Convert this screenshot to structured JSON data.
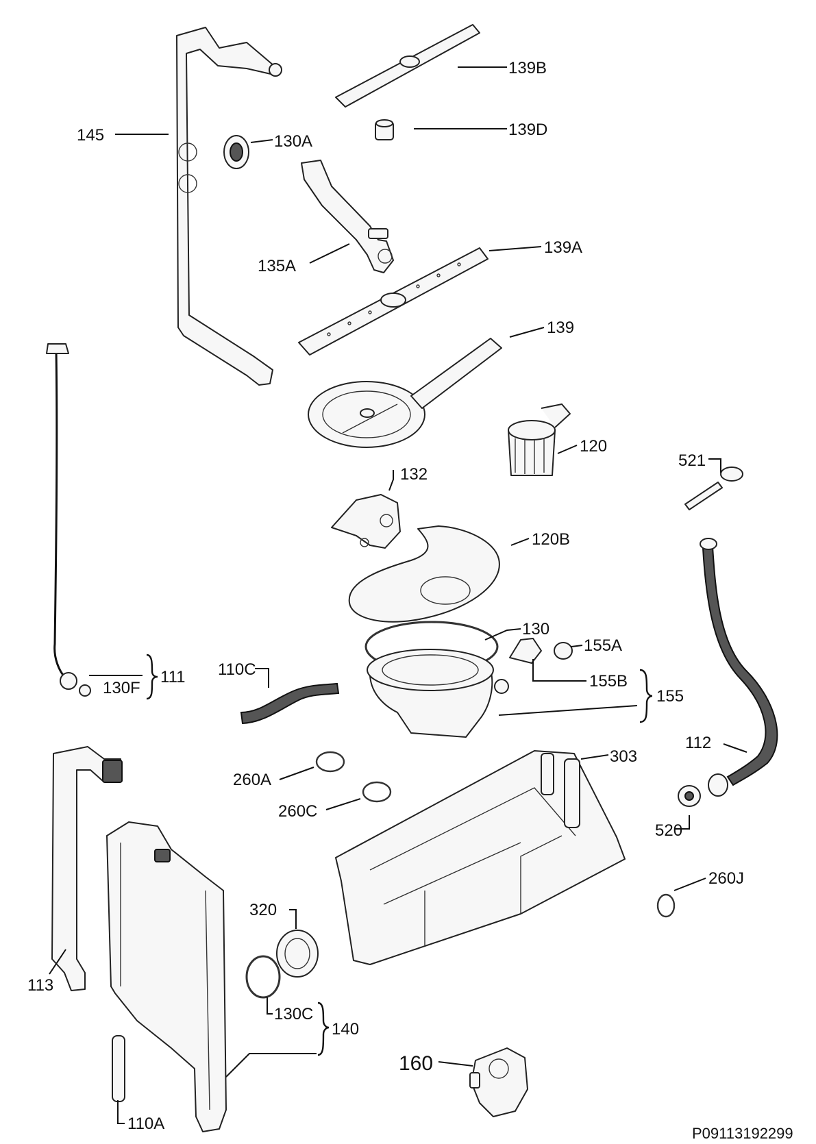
{
  "labels": {
    "l145": "145",
    "l130A": "130A",
    "l139B": "139B",
    "l139D": "139D",
    "l135A": "135A",
    "l139A": "139A",
    "l139": "139",
    "l120": "120",
    "l521": "521",
    "l132": "132",
    "l120B": "120B",
    "l130": "130",
    "l155A": "155A",
    "l155B": "155B",
    "l155": "155",
    "l110C": "110C",
    "l111": "111",
    "l130F": "130F",
    "l112": "112",
    "l303": "303",
    "l260A": "260A",
    "l260C": "260C",
    "l520": "520",
    "l260J": "260J",
    "l320": "320",
    "l113": "113",
    "l130C": "130C",
    "l140": "140",
    "l160": "160",
    "l110A": "110A"
  },
  "drawing_code": "P09113192299",
  "colors": {
    "line": "#222222",
    "fill": "#f7f7f7",
    "hose": "#555555"
  }
}
